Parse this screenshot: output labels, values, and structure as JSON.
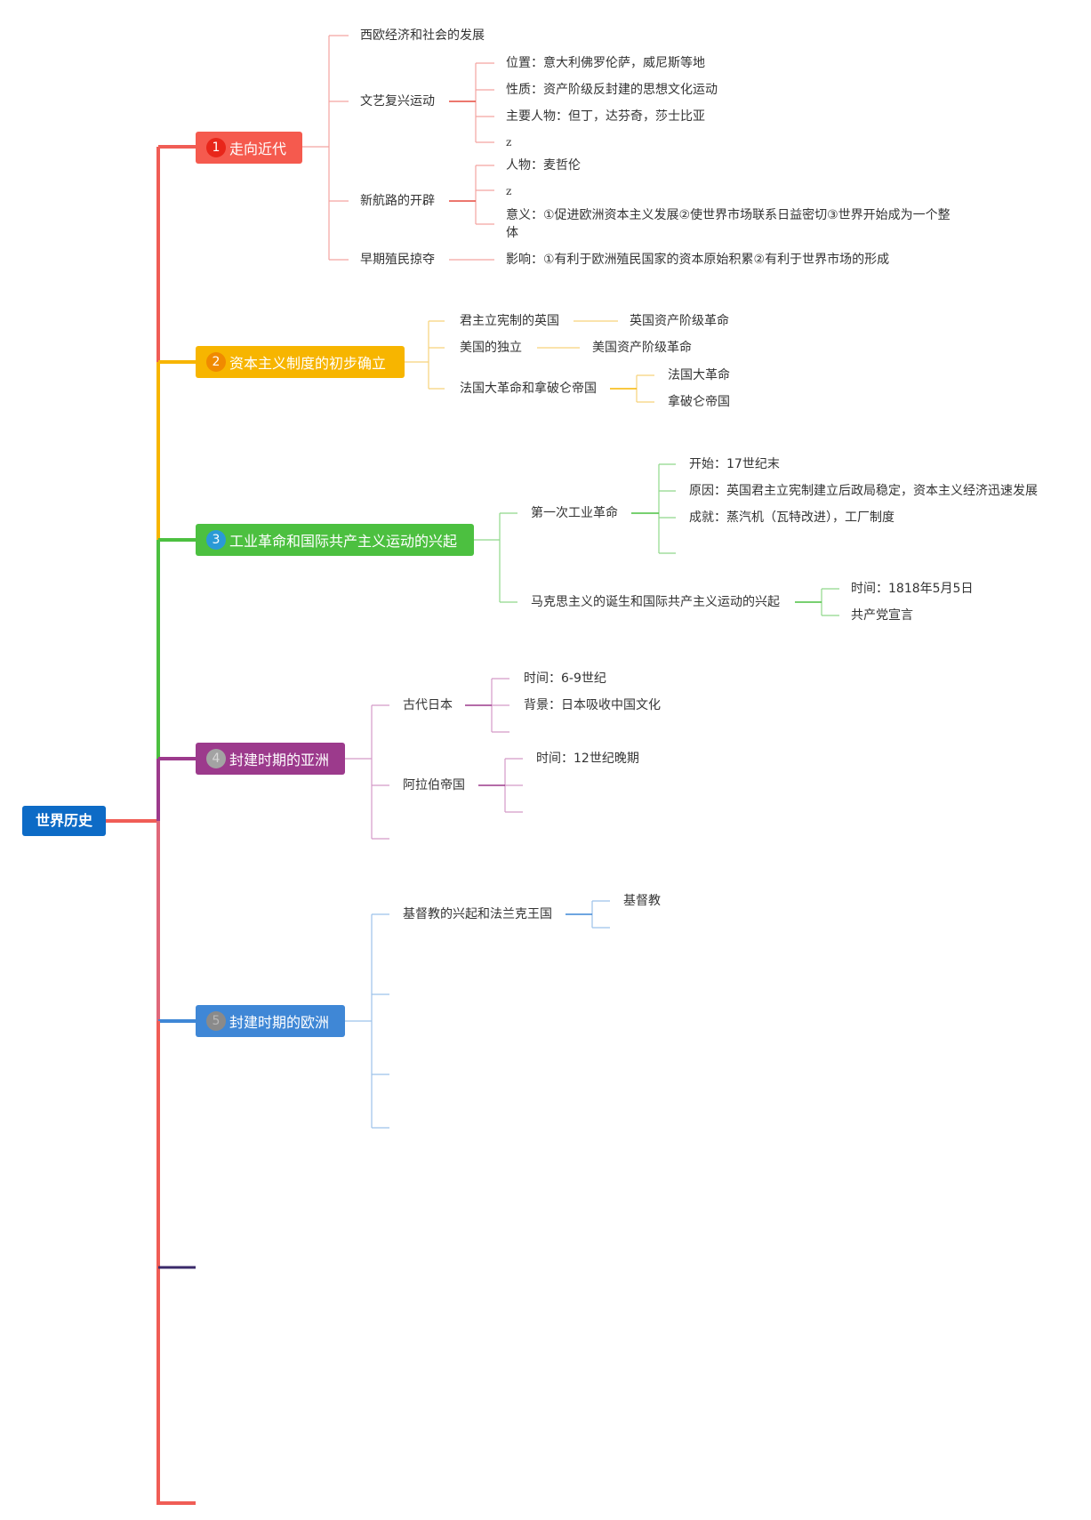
{
  "root": {
    "label": "世界历史"
  },
  "branches": [
    {
      "num": "1",
      "label": "走向近代",
      "color": "#f55a4e",
      "num_color": "#e8261a",
      "nodes": {
        "n1": "西欧经济和社会的发展",
        "n2": "文艺复兴运动",
        "n2_1": "位置：意大利佛罗伦萨，威尼斯等地",
        "n2_2": "性质：资产阶级反封建的思想文化运动",
        "n2_3": "主要人物：但丁，达芬奇，莎士比亚",
        "n2_4": "z",
        "n3": "新航路的开辟",
        "n3_1": "人物：麦哲伦",
        "n3_2": "z",
        "n3_3": "意义：①促进欧洲资本主义发展②使世界市场联系日益密切③世界开始成为一个整体",
        "n4": "早期殖民掠夺",
        "n4_1": "影响：①有利于欧洲殖民国家的资本原始积累②有利于世界市场的形成"
      }
    },
    {
      "num": "2",
      "label": "资本主义制度的初步确立",
      "color": "#f7b500",
      "num_color": "#f08a00",
      "nodes": {
        "n1": "君主立宪制的英国",
        "n1_1": "英国资产阶级革命",
        "n2": "美国的独立",
        "n2_1": "美国资产阶级革命",
        "n3": "法国大革命和拿破仑帝国",
        "n3_1": "法国大革命",
        "n3_2": "拿破仑帝国"
      }
    },
    {
      "num": "3",
      "label": "工业革命和国际共产主义运动的兴起",
      "color": "#4cc040",
      "num_color": "#2a9ad6",
      "nodes": {
        "n1": "第一次工业革命",
        "n1_1": "开始：17世纪末",
        "n1_2": "原因：英国君主立宪制建立后政局稳定，资本主义经济迅速发展",
        "n1_3": "成就：蒸汽机（瓦特改进），工厂制度",
        "n2": "马克思主义的诞生和国际共产主义运动的兴起",
        "n2_1": "时间：1818年5月5日",
        "n2_2": "共产党宣言"
      }
    },
    {
      "num": "4",
      "label": "封建时期的亚洲",
      "color": "#9c3a8c",
      "num_color": "#a3a3a3",
      "nodes": {
        "n1": "古代日本",
        "n1_1": "时间：6-9世纪",
        "n1_2": "背景：日本吸收中国文化",
        "n2": "阿拉伯帝国",
        "n2_1": "时间：12世纪晚期"
      }
    },
    {
      "num": "5",
      "label": "封建时期的欧洲",
      "color": "#3f87d6",
      "num_color": "#8a8a8a",
      "nodes": {
        "n1": "基督教的兴起和法兰克王国",
        "n1_1": "基督教"
      }
    }
  ],
  "colors": {
    "root": "#0d6bc6",
    "trunk": "#f05d56",
    "stub_dark": "#3a2a6a"
  }
}
